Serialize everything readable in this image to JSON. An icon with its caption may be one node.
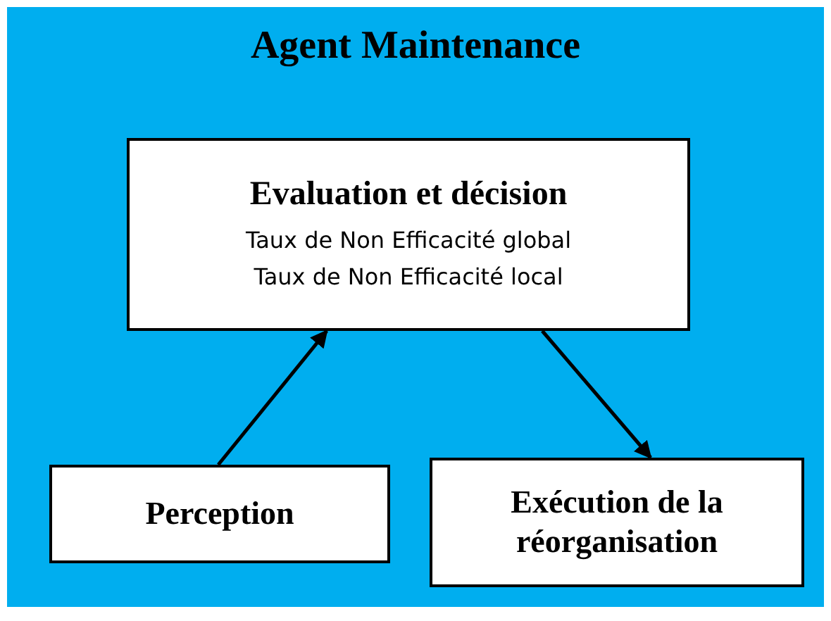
{
  "diagram": {
    "nodes": [
      {
        "text": [
          "Agent Maintenance"
        ]
      },
      {
        "text": [
          "Evaluation et décision",
          "Taux de Non Efficacité global",
          "Taux de Non Efficacité local"
        ],
        "in": 0
      },
      {
        "text": [
          "Perception"
        ],
        "in": 0
      },
      {
        "text": [
          "Exécution de la réorganisation"
        ],
        "in": 0
      }
    ],
    "edges": [
      {
        "from": 2,
        "to": 1,
        "arrow": "to"
      },
      {
        "from": 1,
        "to": 3,
        "arrow": "to"
      }
    ]
  }
}
